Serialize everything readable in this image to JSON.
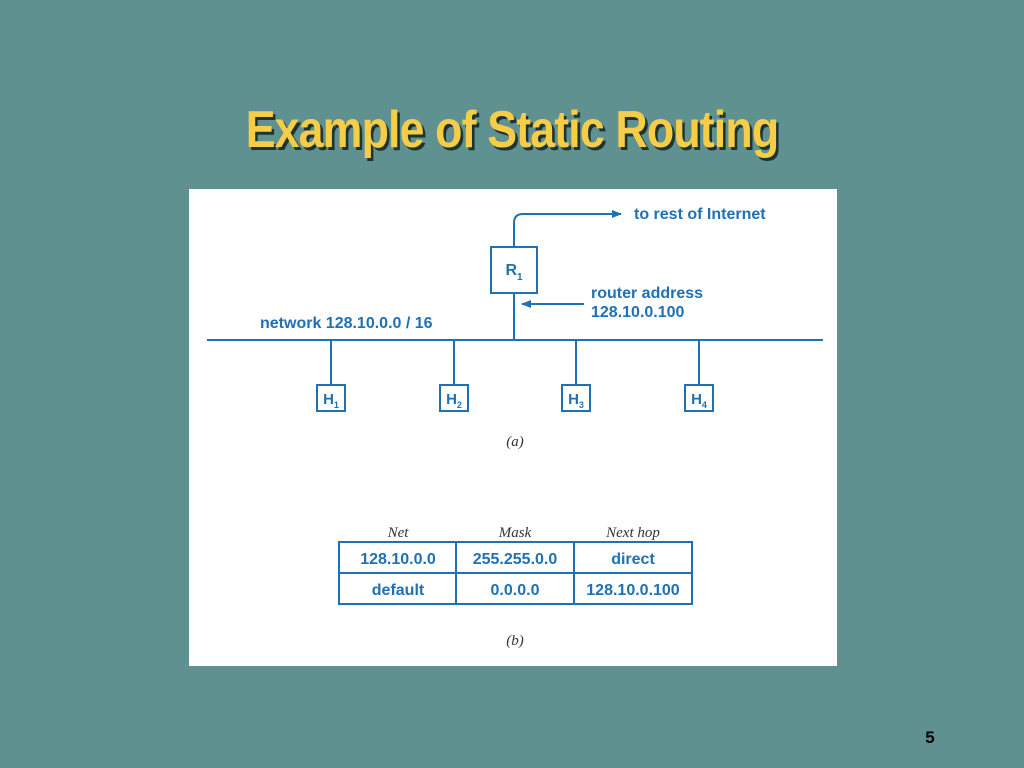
{
  "slide": {
    "title": "Example of Static Routing",
    "page_number": "5"
  },
  "diagram_a": {
    "caption": "(a)",
    "internet_label": "to rest of Internet",
    "router": {
      "base": "R",
      "sub": "1"
    },
    "router_address_label": "router address",
    "router_address_value": "128.10.0.100",
    "network_label": "network 128.10.0.0 / 16",
    "hosts": [
      {
        "base": "H",
        "sub": "1"
      },
      {
        "base": "H",
        "sub": "2"
      },
      {
        "base": "H",
        "sub": "3"
      },
      {
        "base": "H",
        "sub": "4"
      }
    ]
  },
  "routing_table": {
    "caption": "(b)",
    "headers": [
      "Net",
      "Mask",
      "Next hop"
    ],
    "rows": [
      [
        "128.10.0.0",
        "255.255.0.0",
        "direct"
      ],
      [
        "default",
        "0.0.0.0",
        "128.10.0.100"
      ]
    ]
  },
  "colors": {
    "background": "#5f9191",
    "title": "#f7cd47",
    "diagram_blue": "#1f70b5"
  }
}
